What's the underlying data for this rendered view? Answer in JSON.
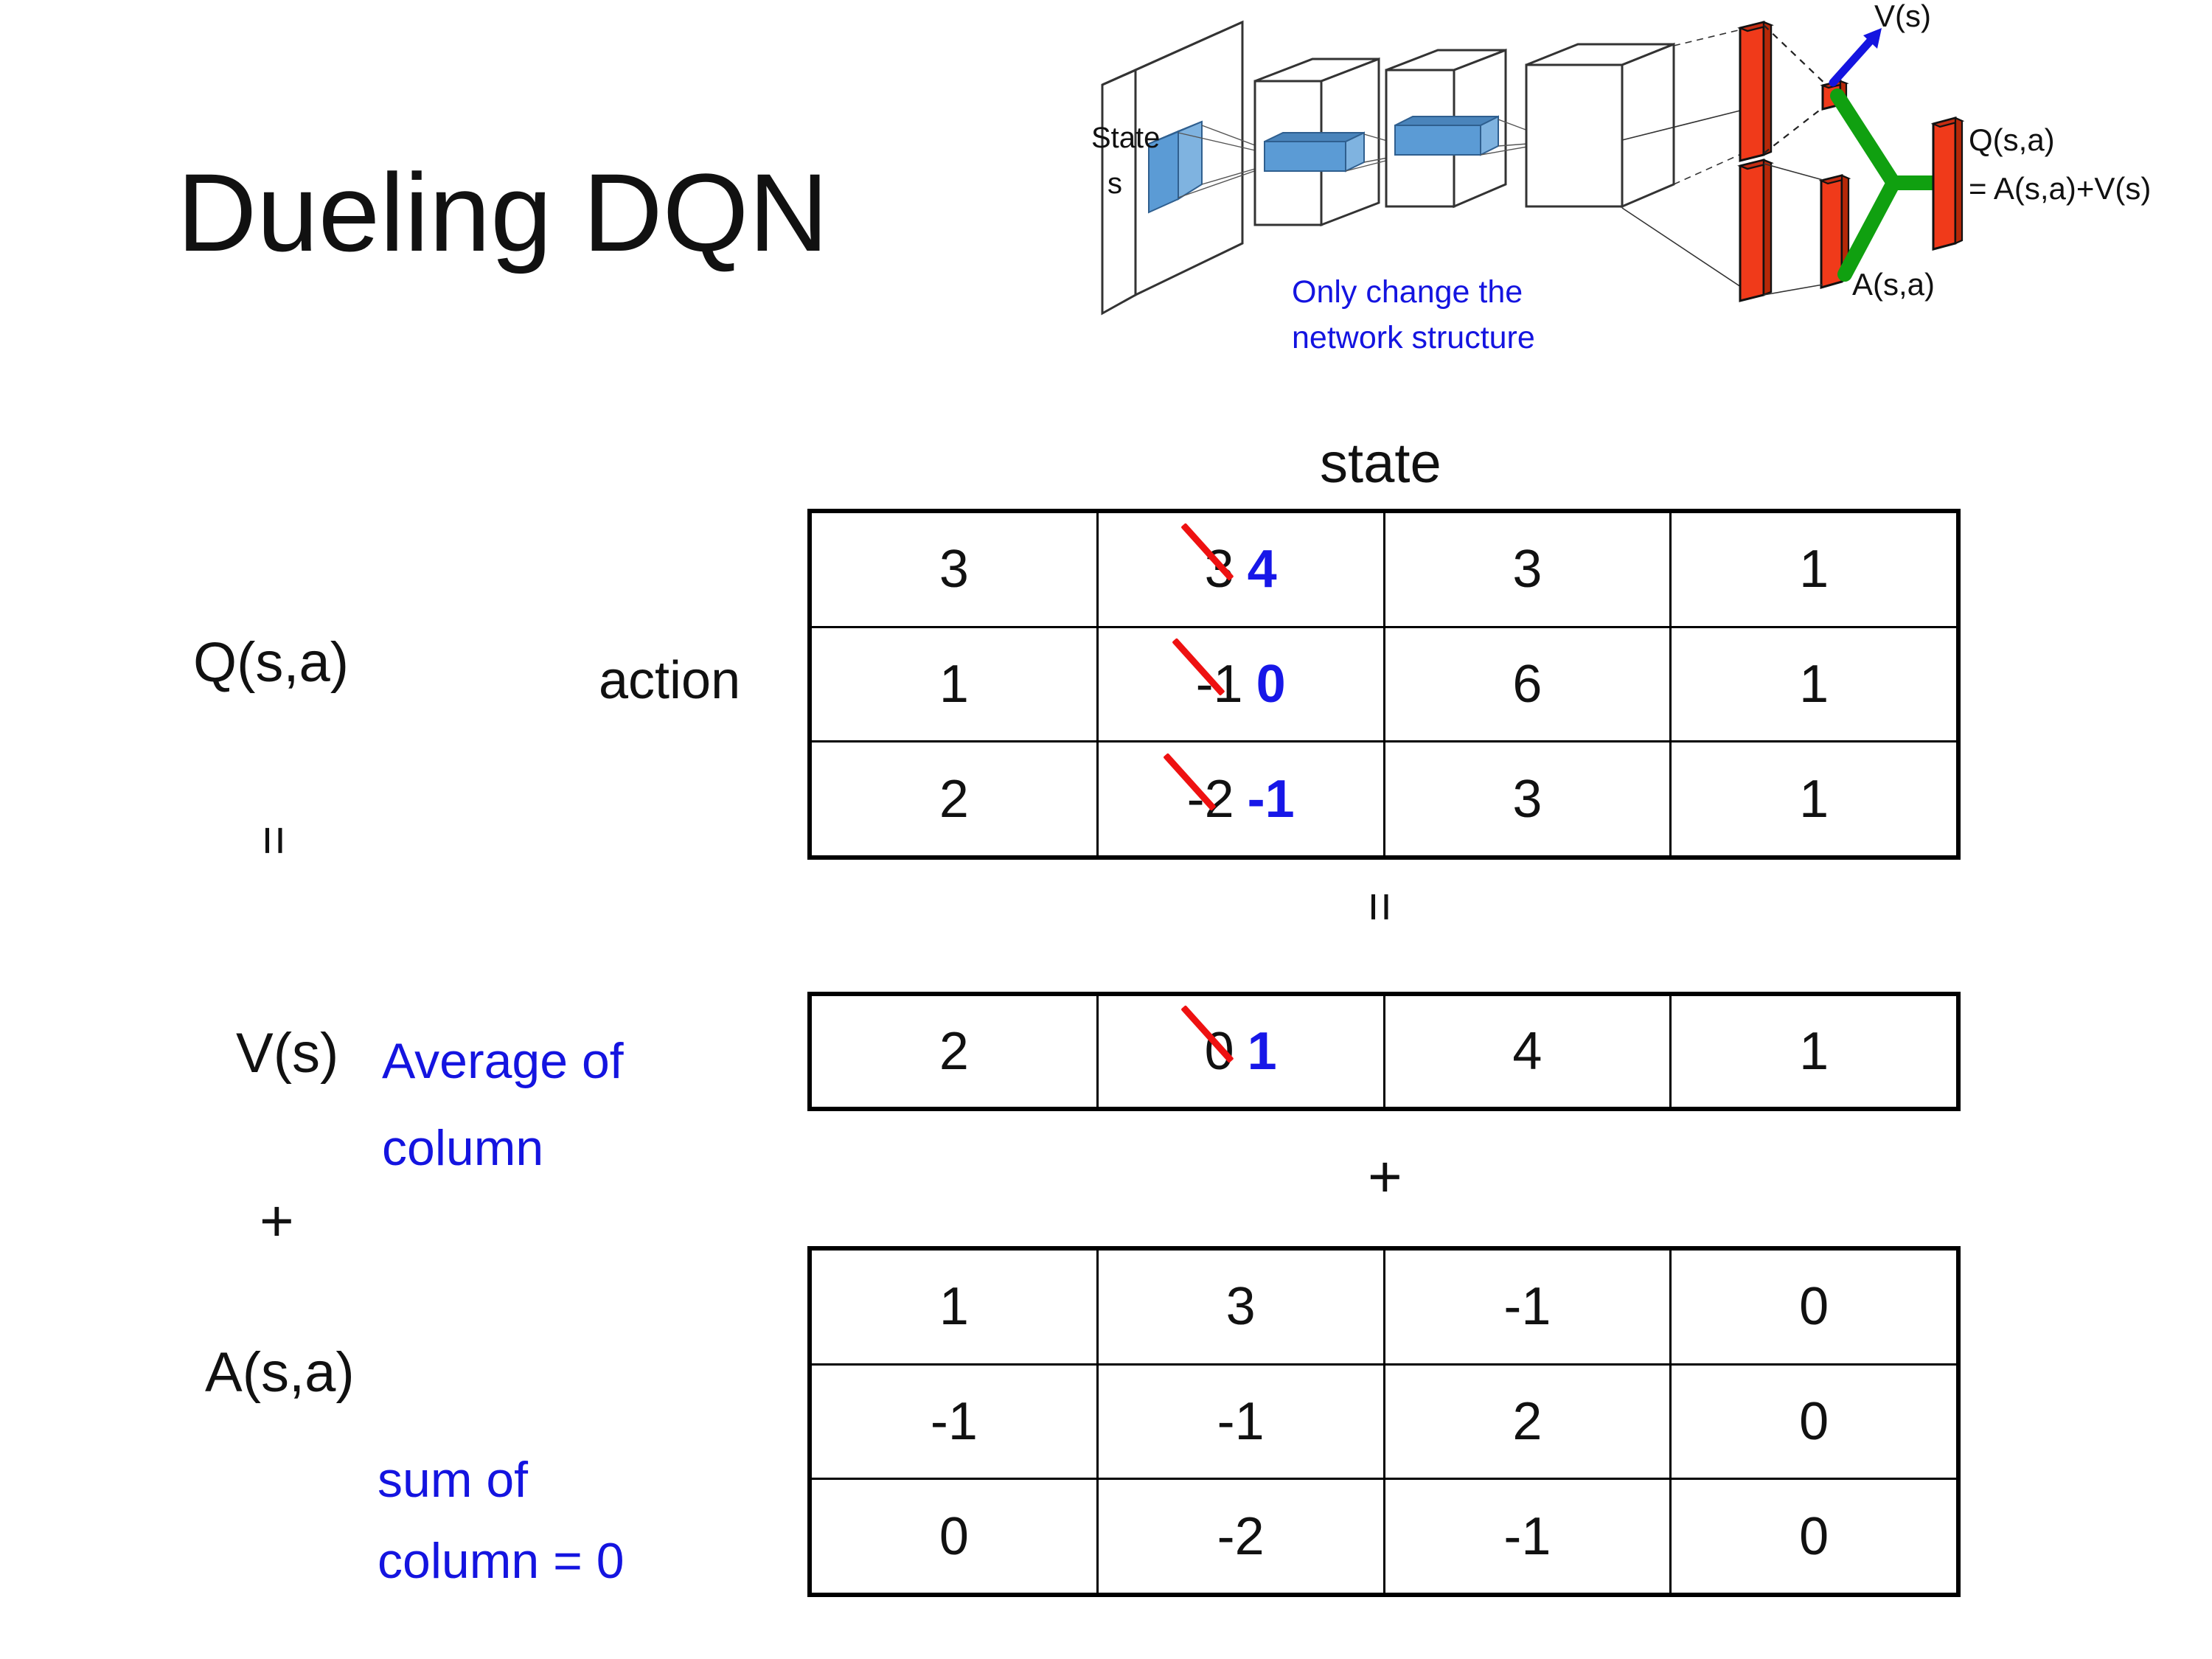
{
  "slide": {
    "title": "Dueling DQN"
  },
  "diagram": {
    "state_label_line1": "State",
    "state_label_line2": "s",
    "note_line1": "Only change the",
    "note_line2": "network structure",
    "value_label": "V(s)",
    "advantage_label": "A(s,a)",
    "q_label_line1": "Q(s,a)",
    "q_label_line2": "= A(s,a)+V(s)",
    "colors": {
      "note_blue": "#1414e0",
      "arrow_blue": "#1414e0",
      "bar_red": "#f03a1a",
      "merge_green": "#10a010",
      "conv_blue": "#5b9bd5"
    }
  },
  "labels": {
    "state_axis": "state",
    "action_axis": "action",
    "q_label": "Q(s,a)",
    "v_label": "V(s)",
    "a_label": "A(s,a)",
    "equals_1": "=",
    "equals_2": "=",
    "plus_left": "+",
    "plus_mid": "+",
    "avg_note_line1": "Average of",
    "avg_note_line2": "column",
    "sum_note_line1": "sum of",
    "sum_note_line2": "column = 0",
    "note_color": "#1414e0",
    "edit_old_color": "#111111",
    "edit_new_color": "#1717e8",
    "strike_color": "#ee1111"
  },
  "chart_data": {
    "type": "table",
    "title": "Dueling DQN  Q(s,a) = V(s) + A(s,a)",
    "xlabel": "state",
    "ylabel": "action",
    "tables": [
      {
        "name": "Q(s,a)",
        "rows": 3,
        "cols": 4,
        "values": [
          [
            "3",
            "3",
            "3",
            "1"
          ],
          [
            "1",
            "-1",
            "6",
            "1"
          ],
          [
            "2",
            "-2",
            "3",
            "1"
          ]
        ],
        "edits": [
          {
            "row": 0,
            "col": 1,
            "old": "3",
            "new": "4"
          },
          {
            "row": 1,
            "col": 1,
            "old": "-1",
            "new": "0"
          },
          {
            "row": 2,
            "col": 1,
            "old": "-2",
            "new": "-1"
          }
        ]
      },
      {
        "name": "V(s)",
        "rows": 1,
        "cols": 4,
        "values": [
          [
            "2",
            "0",
            "4",
            "1"
          ]
        ],
        "edits": [
          {
            "row": 0,
            "col": 1,
            "old": "0",
            "new": "1"
          }
        ]
      },
      {
        "name": "A(s,a)",
        "rows": 3,
        "cols": 4,
        "values": [
          [
            "1",
            "3",
            "-1",
            "0"
          ],
          [
            "-1",
            "-1",
            "2",
            "0"
          ],
          [
            "0",
            "-2",
            "-1",
            "0"
          ]
        ],
        "edits": []
      }
    ]
  }
}
